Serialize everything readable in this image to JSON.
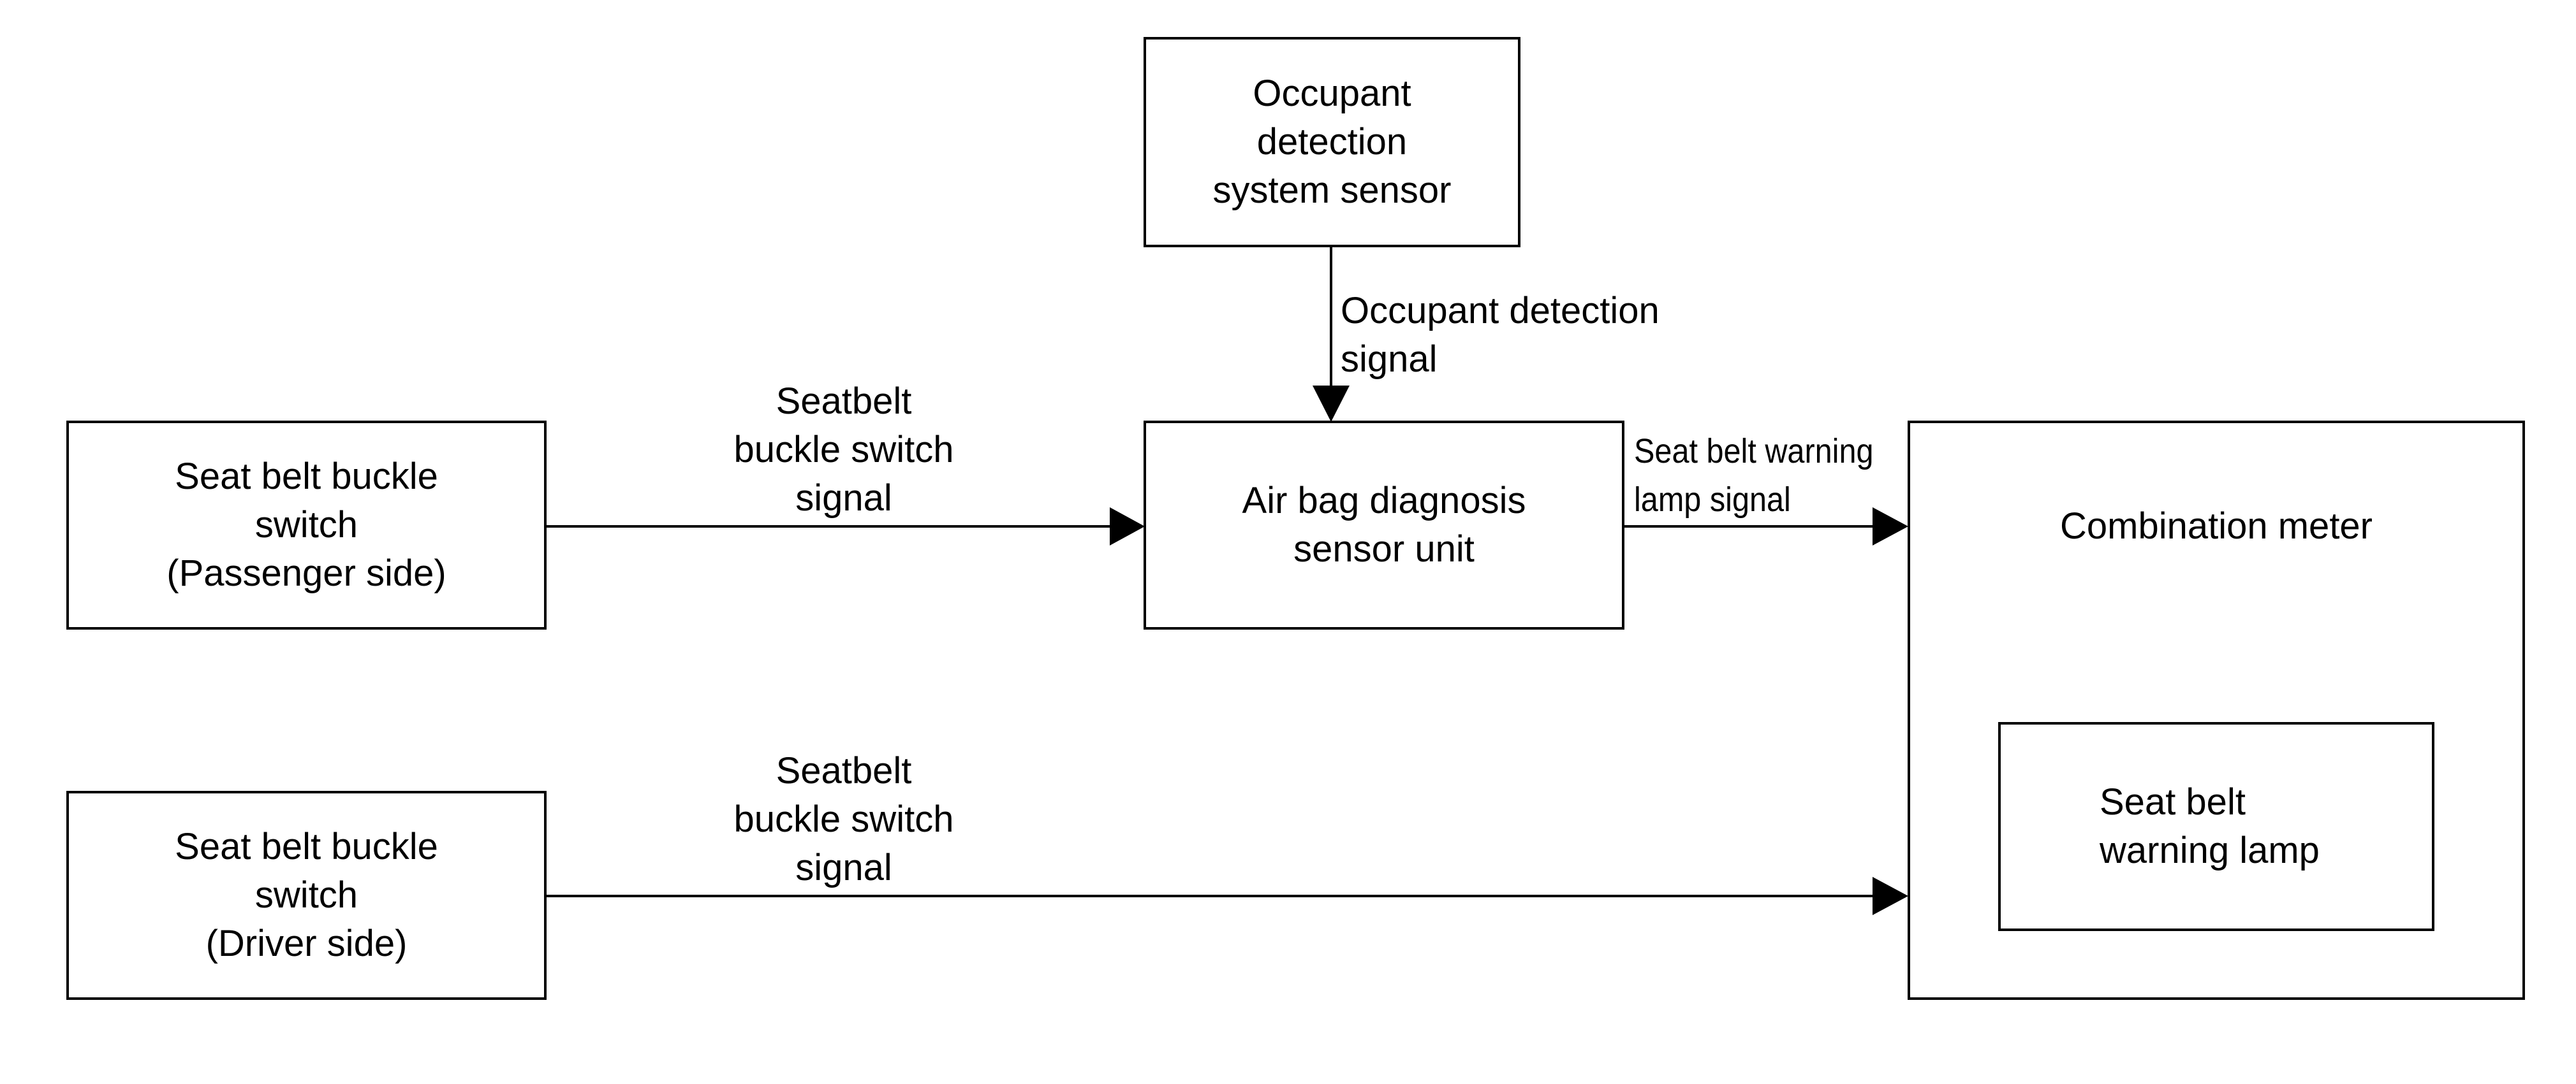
{
  "nodes": {
    "occupant_sensor": {
      "lines": [
        "Occupant",
        "detection",
        "system sensor"
      ]
    },
    "passenger_switch": {
      "lines": [
        "Seat belt buckle",
        "switch",
        "(Passenger side)"
      ]
    },
    "airbag_unit": {
      "lines": [
        "Air bag diagnosis",
        "sensor unit"
      ]
    },
    "driver_switch": {
      "lines": [
        "Seat belt buckle",
        "switch",
        "(Driver side)"
      ]
    },
    "combination_meter": {
      "lines": [
        "Combination meter"
      ]
    },
    "warning_lamp": {
      "lines": [
        "Seat belt",
        "warning lamp"
      ]
    }
  },
  "edges": {
    "occupant_signal": {
      "lines": [
        "Occupant detection",
        "signal"
      ]
    },
    "passenger_buckle_signal": {
      "lines": [
        "Seatbelt",
        "buckle switch",
        "signal"
      ]
    },
    "warning_lamp_signal": {
      "lines": [
        "Seat belt warning",
        "lamp signal"
      ]
    },
    "driver_buckle_signal": {
      "lines": [
        "Seatbelt",
        "buckle switch",
        "signal"
      ]
    }
  },
  "colors": {
    "stroke": "#000000",
    "background": "#ffffff"
  }
}
